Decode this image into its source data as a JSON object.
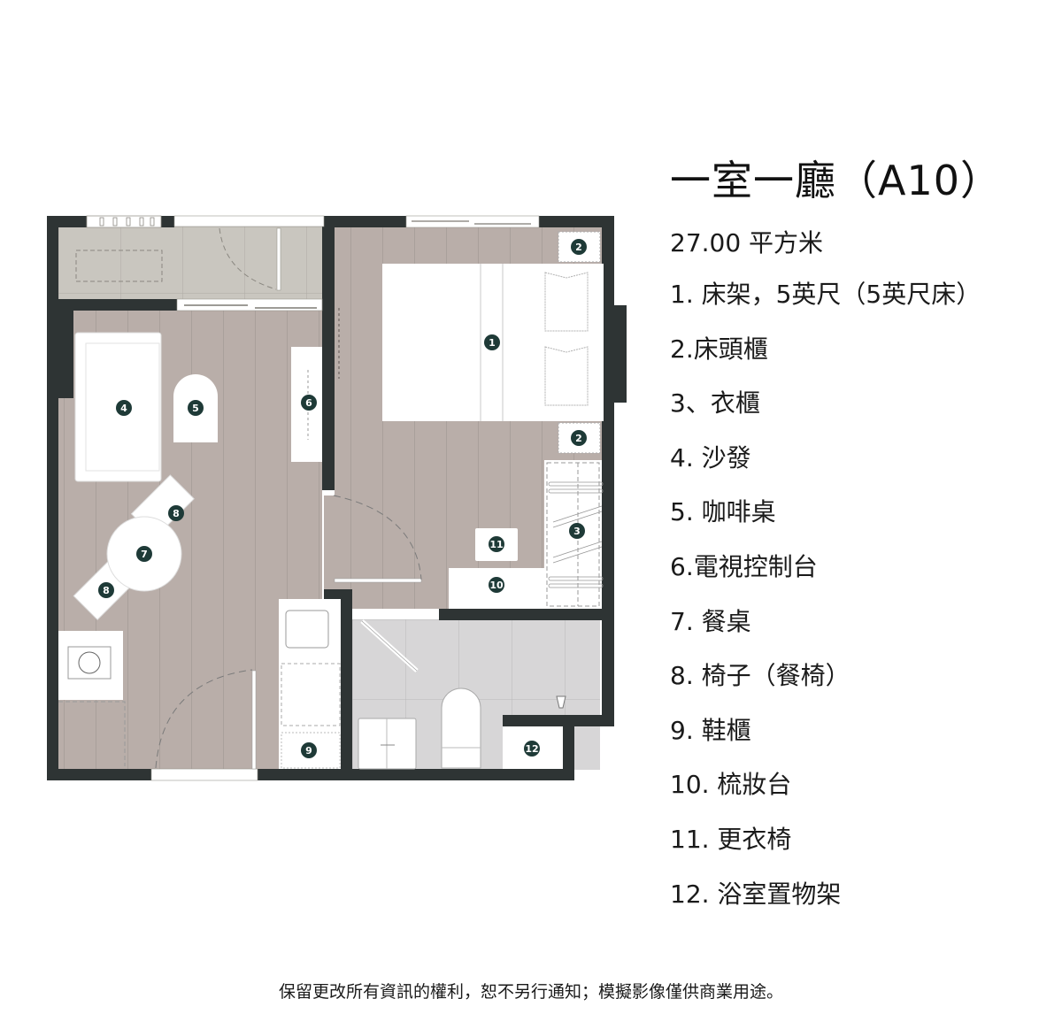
{
  "header": {
    "title": "一室一廳（A10）",
    "area": "27.00 平方米"
  },
  "legend": {
    "items": [
      {
        "number": "1",
        "label": "1. 床架，5英尺（5英尺床）"
      },
      {
        "number": "2",
        "label": "2.床頭櫃"
      },
      {
        "number": "3",
        "label": "3、衣櫃"
      },
      {
        "number": "4",
        "label": "4. 沙發"
      },
      {
        "number": "5",
        "label": "5. 咖啡桌"
      },
      {
        "number": "6",
        "label": "6.電視控制台"
      },
      {
        "number": "7",
        "label": "7. 餐桌"
      },
      {
        "number": "8",
        "label": "8. 椅子（餐椅）"
      },
      {
        "number": "9",
        "label": "9. 鞋櫃"
      },
      {
        "number": "10",
        "label": "10. 梳妝台"
      },
      {
        "number": "11",
        "label": "11. 更衣椅"
      },
      {
        "number": "12",
        "label": "12. 浴室置物架"
      }
    ]
  },
  "plan": {
    "badges": {
      "bed": "1",
      "nightstand_top": "2",
      "nightstand_bottom": "2",
      "wardrobe": "3",
      "sofa": "4",
      "coffee_table": "5",
      "tv_console": "6",
      "dining_table": "7",
      "chair_upper": "8",
      "chair_lower": "8",
      "shoe_cabinet": "9",
      "dresser": "10",
      "dressing_stool": "11",
      "bathroom_shelf": "12"
    },
    "colors": {
      "wall": "#2e3434",
      "wood_floor": "#b9aea9",
      "balcony_floor": "#c9c6bf",
      "bath_floor": "#d7d6d7",
      "badge": "#1e3a37",
      "furniture": "#ffffff"
    }
  },
  "footer": {
    "disclaimer": "保留更改所有資訊的權利，恕不另行通知；模擬影像僅供商業用途。"
  }
}
